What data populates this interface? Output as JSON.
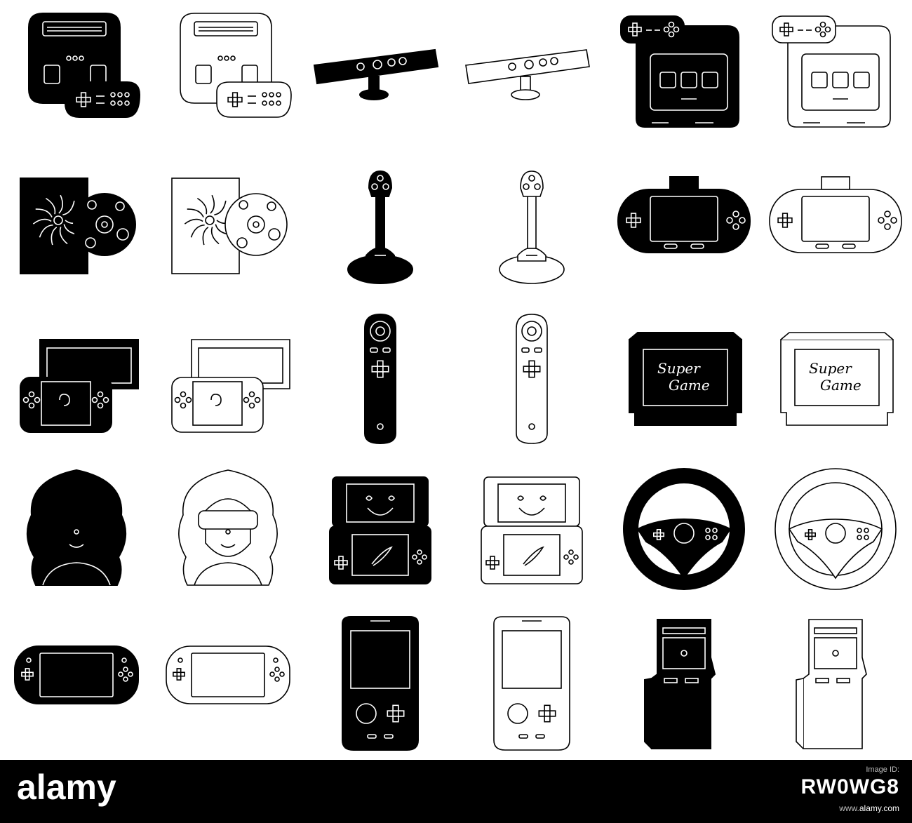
{
  "icons": [
    {
      "name": "retro-console-with-gamepad",
      "variant": "black"
    },
    {
      "name": "retro-console-with-gamepad",
      "variant": "outline"
    },
    {
      "name": "motion-sensor-bar",
      "variant": "black"
    },
    {
      "name": "motion-sensor-bar",
      "variant": "outline"
    },
    {
      "name": "console-with-gamepad",
      "variant": "black"
    },
    {
      "name": "console-with-gamepad",
      "variant": "outline"
    },
    {
      "name": "game-box-with-disc",
      "variant": "black"
    },
    {
      "name": "game-box-with-disc",
      "variant": "outline"
    },
    {
      "name": "joystick",
      "variant": "black"
    },
    {
      "name": "joystick",
      "variant": "outline"
    },
    {
      "name": "wide-handheld-console",
      "variant": "black"
    },
    {
      "name": "wide-handheld-console",
      "variant": "outline"
    },
    {
      "name": "hybrid-console-with-dock",
      "variant": "black"
    },
    {
      "name": "hybrid-console-with-dock",
      "variant": "outline"
    },
    {
      "name": "motion-remote-controller",
      "variant": "black"
    },
    {
      "name": "motion-remote-controller",
      "variant": "outline"
    },
    {
      "name": "game-cartridge",
      "variant": "black",
      "label_line1": "Super",
      "label_line2": "Game"
    },
    {
      "name": "game-cartridge",
      "variant": "outline",
      "label_line1": "Super",
      "label_line2": "Game"
    },
    {
      "name": "woman-with-vr-glasses",
      "variant": "black"
    },
    {
      "name": "woman-with-vr-glasses",
      "variant": "outline"
    },
    {
      "name": "dual-screen-handheld",
      "variant": "black"
    },
    {
      "name": "dual-screen-handheld",
      "variant": "outline"
    },
    {
      "name": "racing-steering-wheel",
      "variant": "black"
    },
    {
      "name": "racing-steering-wheel",
      "variant": "outline"
    },
    {
      "name": "portable-game-console",
      "variant": "black"
    },
    {
      "name": "portable-game-console",
      "variant": "outline"
    },
    {
      "name": "handheld-game-device",
      "variant": "black"
    },
    {
      "name": "handheld-game-device",
      "variant": "outline"
    },
    {
      "name": "arcade-cabinet",
      "variant": "black"
    },
    {
      "name": "arcade-cabinet",
      "variant": "outline"
    }
  ],
  "colors": {
    "ink": "#000000",
    "paper": "#ffffff",
    "bar": "#000000"
  },
  "footer": {
    "logo_text": "alamy",
    "image_id_label": "Image ID:",
    "image_id": "RW0WG8",
    "url_prefix": "www.",
    "url": "alamy.com"
  }
}
